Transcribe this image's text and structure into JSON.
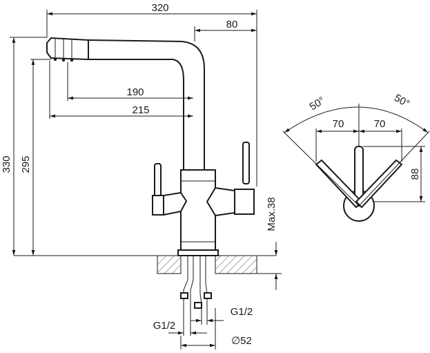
{
  "labels": {
    "width_total": "320",
    "spout_offset": "80",
    "reach_190": "190",
    "reach_215": "215",
    "height_total": "330",
    "height_spout": "295",
    "max_thickness": "Max.38",
    "angle_left": "50°",
    "angle_right": "50°",
    "handle_left": "70",
    "handle_right": "70",
    "handle_height": "88",
    "thread_left": "G1/2",
    "thread_right": "G1/2",
    "hole_diameter": "∅52"
  }
}
